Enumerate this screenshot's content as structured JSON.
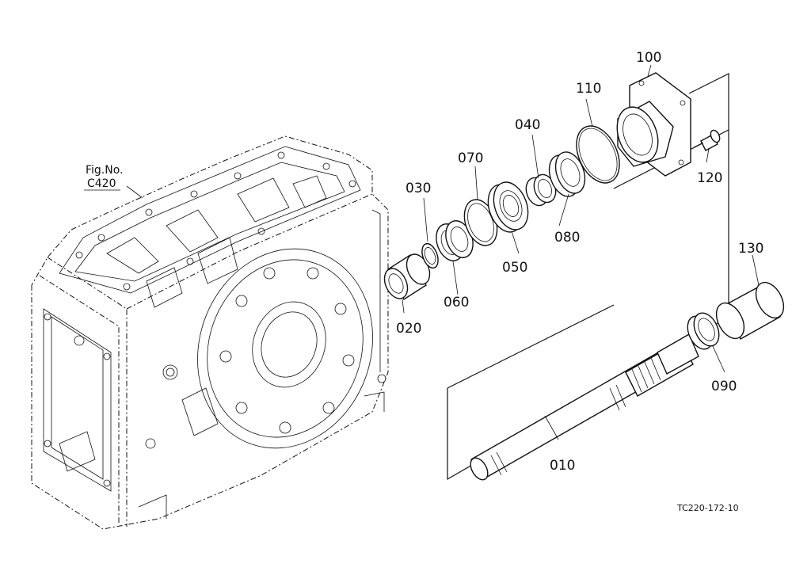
{
  "figure_ref": {
    "line1": "Fig.No.",
    "line2": "C420"
  },
  "drawing_code": "TC220-172-10",
  "callouts": [
    {
      "id": "010",
      "text": "010"
    },
    {
      "id": "020",
      "text": "020"
    },
    {
      "id": "030",
      "text": "030"
    },
    {
      "id": "040",
      "text": "040"
    },
    {
      "id": "050",
      "text": "050"
    },
    {
      "id": "060",
      "text": "060"
    },
    {
      "id": "070",
      "text": "070"
    },
    {
      "id": "080",
      "text": "080"
    },
    {
      "id": "090",
      "text": "090"
    },
    {
      "id": "100",
      "text": "100"
    },
    {
      "id": "110",
      "text": "110"
    },
    {
      "id": "120",
      "text": "120"
    },
    {
      "id": "130",
      "text": "130"
    }
  ]
}
